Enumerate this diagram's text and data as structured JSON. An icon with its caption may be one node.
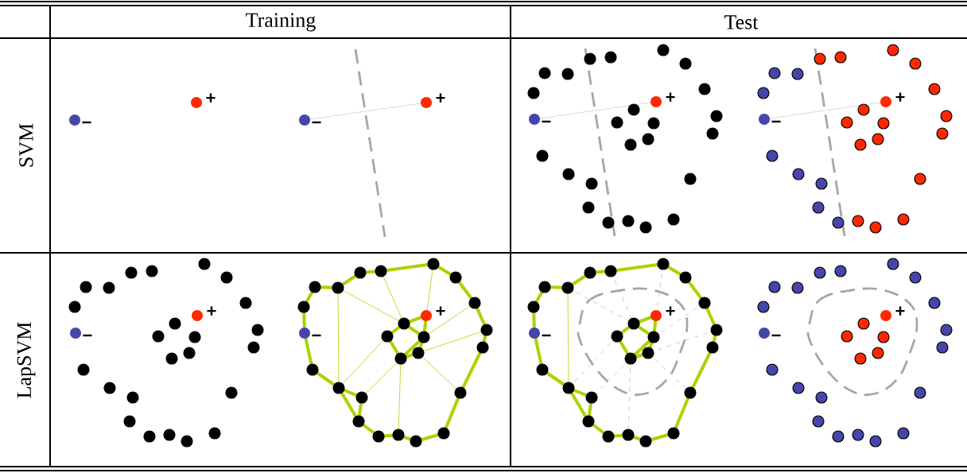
{
  "diagram": {
    "labels": [
      "Training",
      "Test",
      "SVM",
      "+",
      "−",
      "+",
      "−",
      "+",
      "−",
      "+",
      "−",
      "LapSVM",
      "+",
      "−",
      "+",
      "−",
      "+",
      "−",
      "+",
      "−"
    ]
  }
}
